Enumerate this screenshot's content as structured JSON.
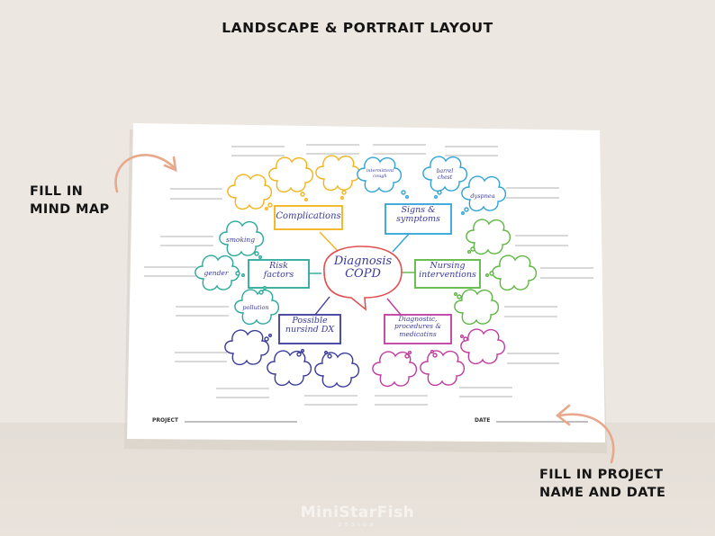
{
  "header": "LANDSCAPE & PORTRAIT LAYOUT",
  "callouts": {
    "left": [
      "FILL IN",
      "MIND MAP"
    ],
    "right": [
      "FILL IN PROJECT",
      "NAME AND DATE"
    ]
  },
  "mindmap": {
    "center": [
      "Diagnosis",
      "COPD"
    ],
    "topics": {
      "complications": [
        "Complications"
      ],
      "signs": [
        "Signs &",
        "symptoms"
      ],
      "risk": [
        "Risk",
        "factors"
      ],
      "nursing": [
        "Nursing",
        "interventions"
      ],
      "possible": [
        "Possible",
        "nursind DX"
      ],
      "diagnostic": [
        "Diagnostic,",
        "procedures &",
        "medicatins"
      ]
    },
    "clouds": {
      "intermittent": [
        "intermittent",
        "cough"
      ],
      "barrel": [
        "barrel",
        "chest"
      ],
      "dyspnea": [
        "dyspnea"
      ],
      "smoking": [
        "smoking"
      ],
      "gender": [
        "gender"
      ],
      "pollution": [
        "pollution"
      ]
    },
    "footer": {
      "project": "PROJECT",
      "date": "DATE"
    }
  },
  "brand": {
    "name": "MiniStarFish",
    "sub": "DESIGN"
  },
  "colors": {
    "background": "#ece7e1",
    "paper": "#ffffff",
    "center": "#e05050",
    "complications": "#f2b318",
    "signs": "#2fa3d7",
    "nursing": "#5cb640",
    "possible": "#3a3a9c",
    "diagnostic": "#c13a9f",
    "risk": "#2aa89a",
    "arrow": "#e8a88c"
  }
}
